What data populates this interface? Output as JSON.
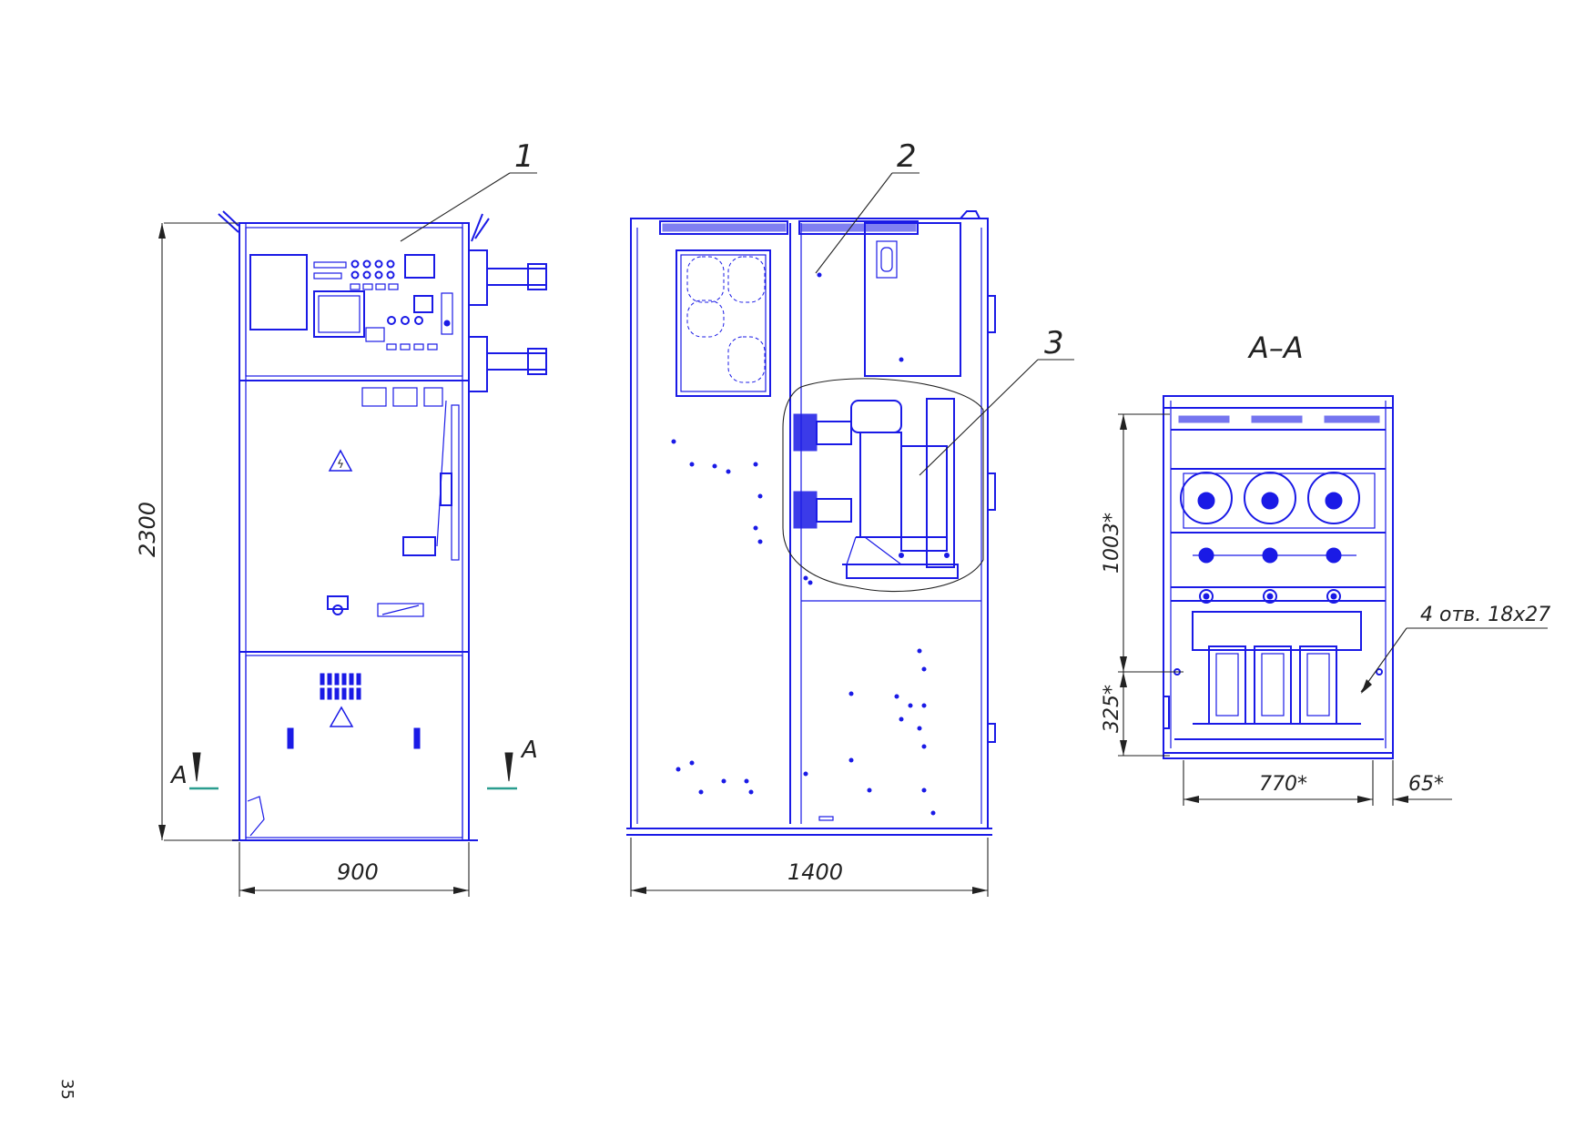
{
  "callouts": {
    "front_panel": "1",
    "side_top": "2",
    "breaker": "3"
  },
  "section": {
    "title": "А–А",
    "cut_left": "А",
    "cut_right": "А",
    "holes_note": "4 отв. 18x27"
  },
  "dimensions": {
    "front_height": "2300",
    "front_width": "900",
    "side_width": "1400",
    "section_upper": "1003*",
    "section_lower": "325*",
    "section_width": "770*",
    "section_offset": "65*"
  },
  "page_number": "35",
  "colors": {
    "line": "#1a1ae6",
    "dimension": "#222222",
    "cut_marker": "#2a9d8f"
  }
}
